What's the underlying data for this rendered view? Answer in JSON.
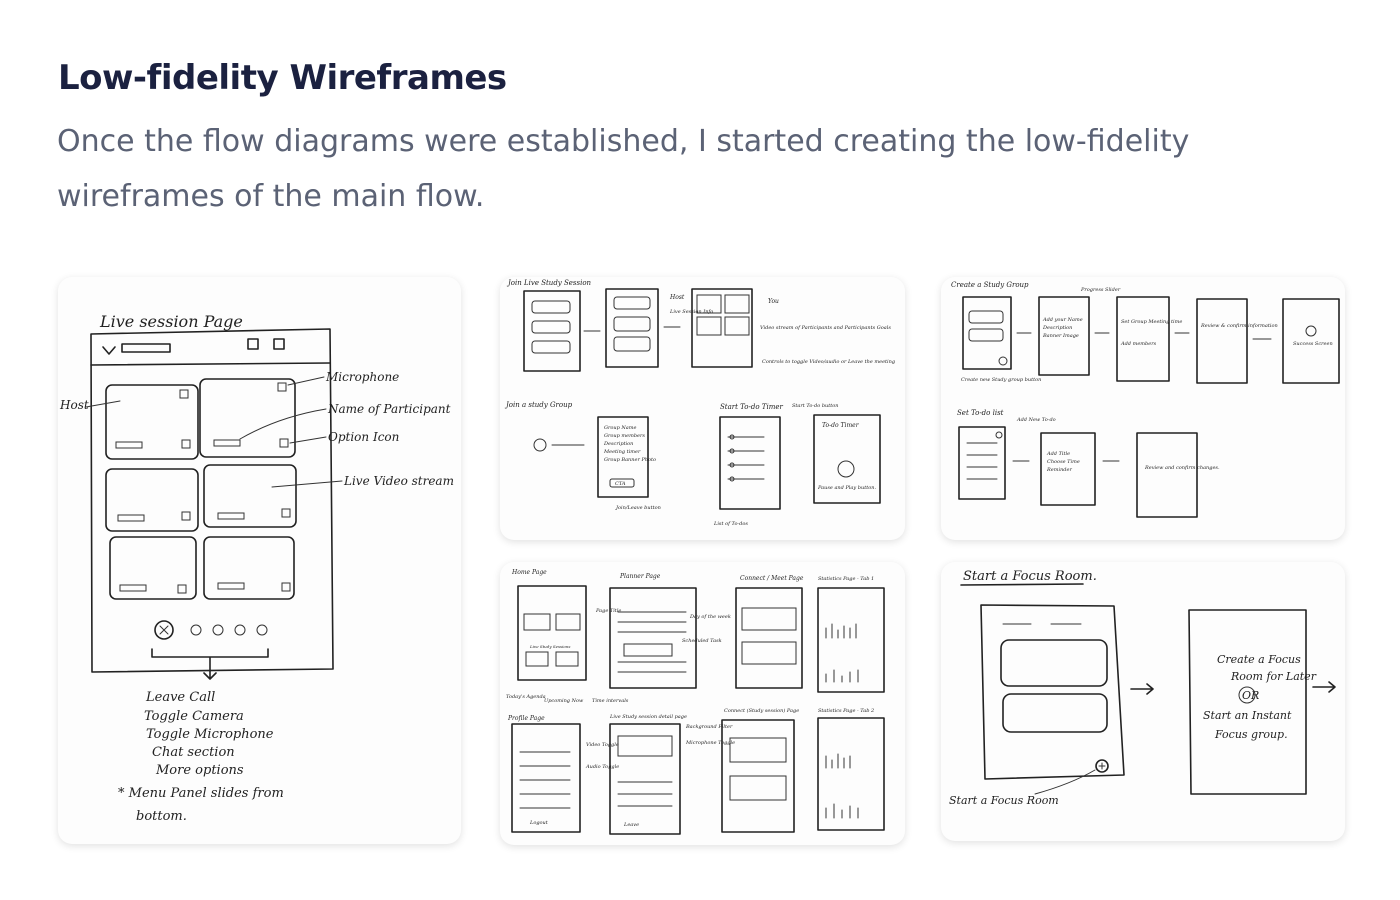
{
  "header": {
    "title": "Low-fidelity Wireframes",
    "subtitle": "Once the flow diagrams were established, I started creating the low-fidelity wireframes of the main flow."
  },
  "sketch_live": {
    "page_title": "Live session Page",
    "labels": {
      "host": "Host",
      "microphone": "Microphone",
      "participant": "Name of Participant",
      "option": "Option Icon",
      "stream": "Live Video stream"
    },
    "notes": [
      "Leave Call",
      "Toggle Camera",
      "Toggle Microphone",
      "Chat section",
      "More options",
      "* Menu Panel slides from",
      "bottom."
    ]
  },
  "sketch_join": {
    "live_title": "Join Live Study Session",
    "live_labels": [
      "Host",
      "You",
      "Live Session Info",
      "Video stream of Participants and Participants Goals",
      "Controls to toggle Video/audio or Leave the meeting"
    ],
    "join_title": "Join a study Group",
    "join_list": [
      "Group Name",
      "Group members",
      "Description",
      "Meeting timer",
      "Group Banner Photo"
    ],
    "join_labels": [
      "CTA",
      "Join/Leave button"
    ],
    "todo_title": "Start To-do Timer",
    "todo_labels": [
      "Start To-do button",
      "To-do Timer",
      "Pause and Play button.",
      "List of To-dos"
    ]
  },
  "sketch_create": {
    "create_title": "Create a Study Group",
    "create_labels": [
      "Progress Slider",
      "Add your Name",
      "Description",
      "Banner Image",
      "Set Group Meeting time",
      "Add members",
      "Review & confirm information",
      "Success Screen",
      "Create new Study group button"
    ],
    "todo_title": "Set To-do list",
    "todo_labels": [
      "Add New To-do",
      "Add Title",
      "Choose Time",
      "Reminder",
      "Review and confirm changes."
    ]
  },
  "sketch_pages": {
    "titles": [
      "Home Page",
      "Planner Page",
      "Connect / Meet Page",
      "Statistics Page - Tab 1",
      "Profile Page",
      "Live Study session detail page",
      "Connect (Study session) Page",
      "Statistics Page - Tab 2"
    ],
    "labels": [
      "Today's Agenda",
      "Live Study Sessions",
      "Upcoming Now",
      "Page Title",
      "Day of the week",
      "Scheduled Task",
      "Time intervals",
      "Logout",
      "Video Toggle",
      "Audio Toggle",
      "Leave",
      "Background Filter",
      "Microphone Toggle"
    ]
  },
  "sketch_focus": {
    "title": "Start a Focus Room.",
    "label_button": "Start a Focus Room",
    "modal_lines": [
      "Create a Focus",
      "Room for Later",
      "OR",
      "Start an Instant",
      "Focus group."
    ]
  }
}
